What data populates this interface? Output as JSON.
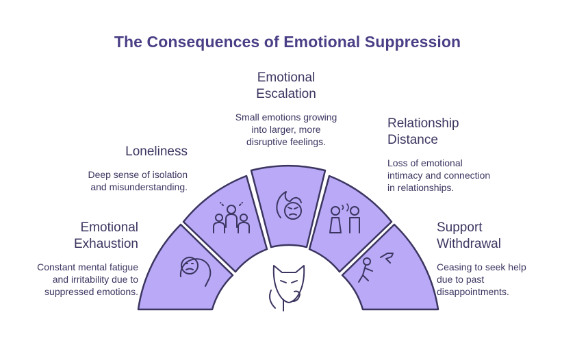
{
  "title": "The Consequences of Emotional Suppression",
  "items": [
    {
      "heading": "Emotional\nExhaustion",
      "desc": "Constant mental fatigue\nand irritability due to\nsuppressed emotions.",
      "icon": "tired-face-head-icon"
    },
    {
      "heading": "Loneliness",
      "desc": "Deep sense of isolation\nand misunderstanding.",
      "icon": "isolated-person-group-icon"
    },
    {
      "heading": "Emotional\nEscalation",
      "desc": "Small emotions growing\ninto larger, more\ndisruptive feelings.",
      "icon": "angry-face-flame-icon"
    },
    {
      "heading": "Relationship\nDistance",
      "desc": "Loss of emotional\nintimacy and connection\nin relationships.",
      "icon": "two-people-distance-icon"
    },
    {
      "heading": "Support\nWithdrawal",
      "desc": "Ceasing to seek help\ndue to past\ndisappointments.",
      "icon": "person-turning-away-hand-icon"
    }
  ],
  "center_icon": "hand-holding-mask-icon",
  "colors": {
    "segment_fill": "#b9a9f7",
    "outline": "#3b3560",
    "title": "#4a3f86"
  }
}
